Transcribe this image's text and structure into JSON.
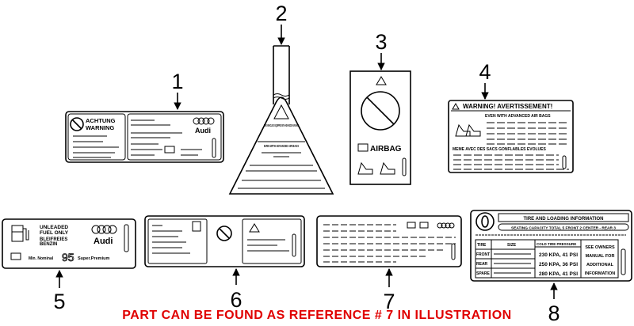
{
  "callouts": [
    "1",
    "2",
    "3",
    "4",
    "5",
    "6",
    "7",
    "8"
  ],
  "label1": {
    "title_line1": "ACHTUNG",
    "title_line2": "WARNING",
    "brand": "Audi"
  },
  "label2": {
    "text1": "THIS VEHICLE IS EQUIPPED WITH ADVANCED AIR BAGS",
    "text2": "EVEN WITH ADVANCED AIR BAGS"
  },
  "label3": {
    "caption": "AIRBAG"
  },
  "label4": {
    "title": "WARNING! AVERTISSEMENT!",
    "subtitle": "EVEN WITH ADVANCED AIR BAGS",
    "subtitle_fr": "MEME AVEC DES SACS GONFLABLES EVOLUES"
  },
  "label5": {
    "line1": "UNLEADED",
    "line2": "FUEL ONLY",
    "line3": "BLEIFREIES",
    "line4": "BENZIN",
    "brand": "Audi",
    "octane_label": "Min. Nominal",
    "octane": "95",
    "grade": "Super.Premium"
  },
  "label8": {
    "title": "TIRE AND LOADING INFORMATION",
    "seating": "SEATING CAPACITY TOTAL 5 FRONT 2 CENTER - REAR 3",
    "headers": [
      "TIRE",
      "SIZE",
      "COLD TIRE PRESSURE"
    ],
    "rows": [
      {
        "tire": "FRONT",
        "pressure": "230 KPA, 41 PSI"
      },
      {
        "tire": "REAR",
        "pressure": "250 KPA, 36 PSI"
      },
      {
        "tire": "SPARE",
        "pressure": "280 KPA, 41 PSI"
      }
    ],
    "note": [
      "SEE OWNERS",
      "MANUAL FOR",
      "ADDITIONAL",
      "INFORMATION"
    ]
  },
  "footer": "PART CAN BE FOUND AS REFERENCE # 7 IN ILLUSTRATION",
  "colors": {
    "footer": "#e00000",
    "line": "#000000"
  }
}
